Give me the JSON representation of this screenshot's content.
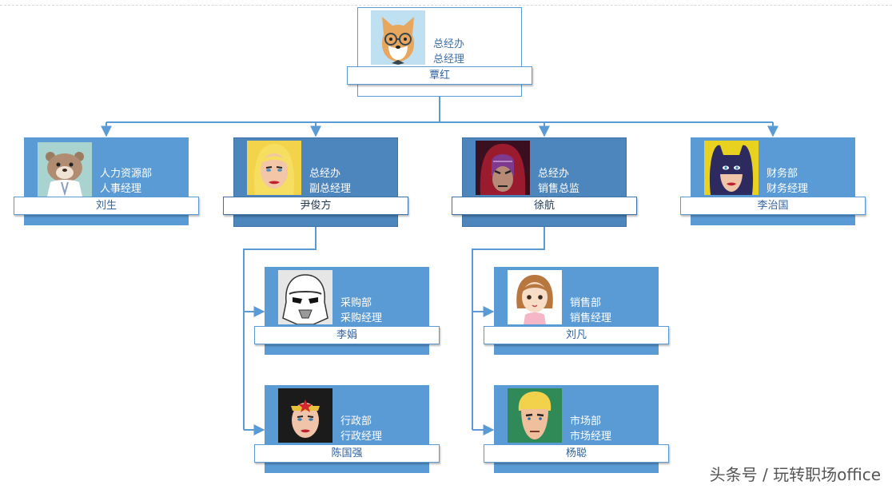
{
  "chart": {
    "watermark": "头条号 / 玩转职场office",
    "nodes": [
      {
        "key": "root",
        "dept": "总经办",
        "position": "总经理",
        "name": "覃红",
        "icon": "shiba-dog-avatar-icon"
      },
      {
        "key": "hr",
        "dept": "人力资源部",
        "position": "人事经理",
        "name": "刘生",
        "icon": "otter-avatar-icon"
      },
      {
        "key": "vp",
        "dept": "总经办",
        "position": "副总经理",
        "name": "尹俊方",
        "icon": "blonde-woman-avatar-icon"
      },
      {
        "key": "sales-director",
        "dept": "总经办",
        "position": "销售总监",
        "name": "徐航",
        "icon": "helmet-villain-avatar-icon"
      },
      {
        "key": "finance",
        "dept": "财务部",
        "position": "财务经理",
        "name": "李治国",
        "icon": "masked-heroine-avatar-icon"
      },
      {
        "key": "purchasing",
        "dept": "采购部",
        "position": "采购经理",
        "name": "李娟",
        "icon": "stormtrooper-avatar-icon"
      },
      {
        "key": "admin",
        "dept": "行政部",
        "position": "行政经理",
        "name": "陈国强",
        "icon": "tiara-heroine-avatar-icon"
      },
      {
        "key": "sales",
        "dept": "销售部",
        "position": "销售经理",
        "name": "刘凡",
        "icon": "girl-avatar-icon"
      },
      {
        "key": "marketing",
        "dept": "市场部",
        "position": "市场经理",
        "name": "杨聪",
        "icon": "blond-hero-avatar-icon"
      }
    ],
    "colors": {
      "card": "#5b9bd5",
      "card_dark": "#4d86bd",
      "line": "#5b9bd5",
      "name_text": "#2f62a0"
    }
  }
}
